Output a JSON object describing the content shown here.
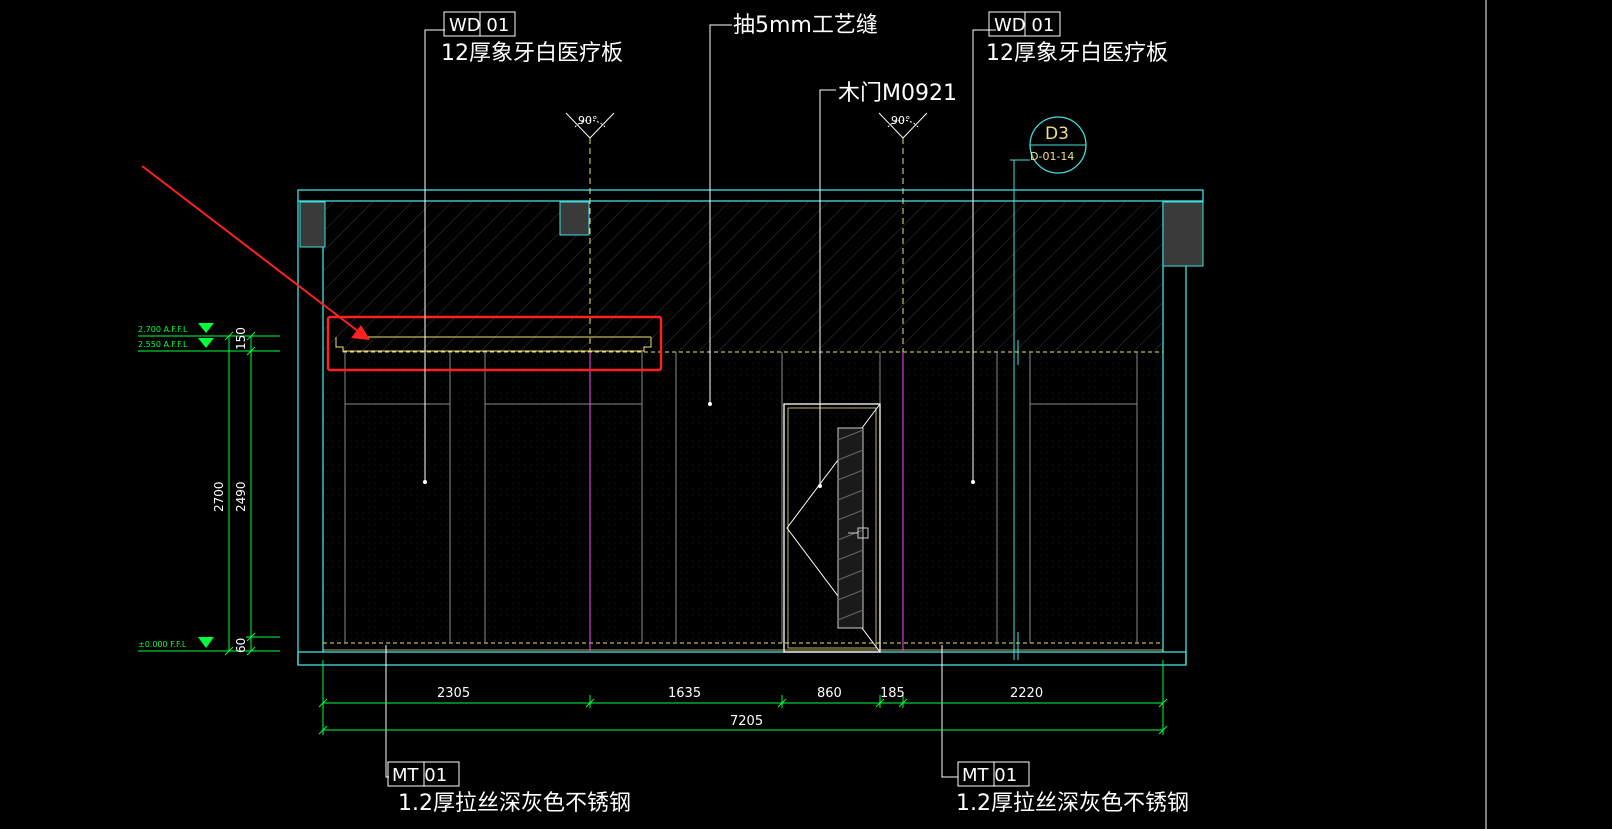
{
  "callouts": {
    "wd_left": {
      "code": "WD 01",
      "desc": "12厚象牙白医疗板"
    },
    "wd_right": {
      "code": "WD 01",
      "desc": "12厚象牙白医疗板"
    },
    "groove": "抽5mm工艺缝",
    "door": "木门M0921",
    "mt_left": {
      "code": "MT 01",
      "desc": "1.2厚拉丝深灰色不锈钢"
    },
    "mt_right": {
      "code": "MT 01",
      "desc": "1.2厚拉丝深灰色不锈钢"
    }
  },
  "angles": {
    "left": "90°",
    "right": "90°"
  },
  "detail_tag": {
    "id": "D3",
    "ref": "D-01-14"
  },
  "levels": {
    "top": "2.700 A.F.F.L",
    "second": "2.550 A.F.F.L",
    "floor": "±0.000 F.F.L"
  },
  "vertical_dims": {
    "top_segment": "150",
    "total": "2700",
    "middle": "2490",
    "bottom": "60"
  },
  "horizontal_dims": {
    "seg1": "2305",
    "seg2": "1635",
    "seg3": "860",
    "seg4": "185",
    "seg5": "2220",
    "total": "7205"
  },
  "colors": {
    "background": "#000000",
    "outline": "#40e0e0",
    "dimension": "#00ff3a",
    "leader": "#ffffff",
    "hidden_line": "#f0e07a",
    "highlight": "#ff2020",
    "axis_magenta": "#d040d0"
  }
}
